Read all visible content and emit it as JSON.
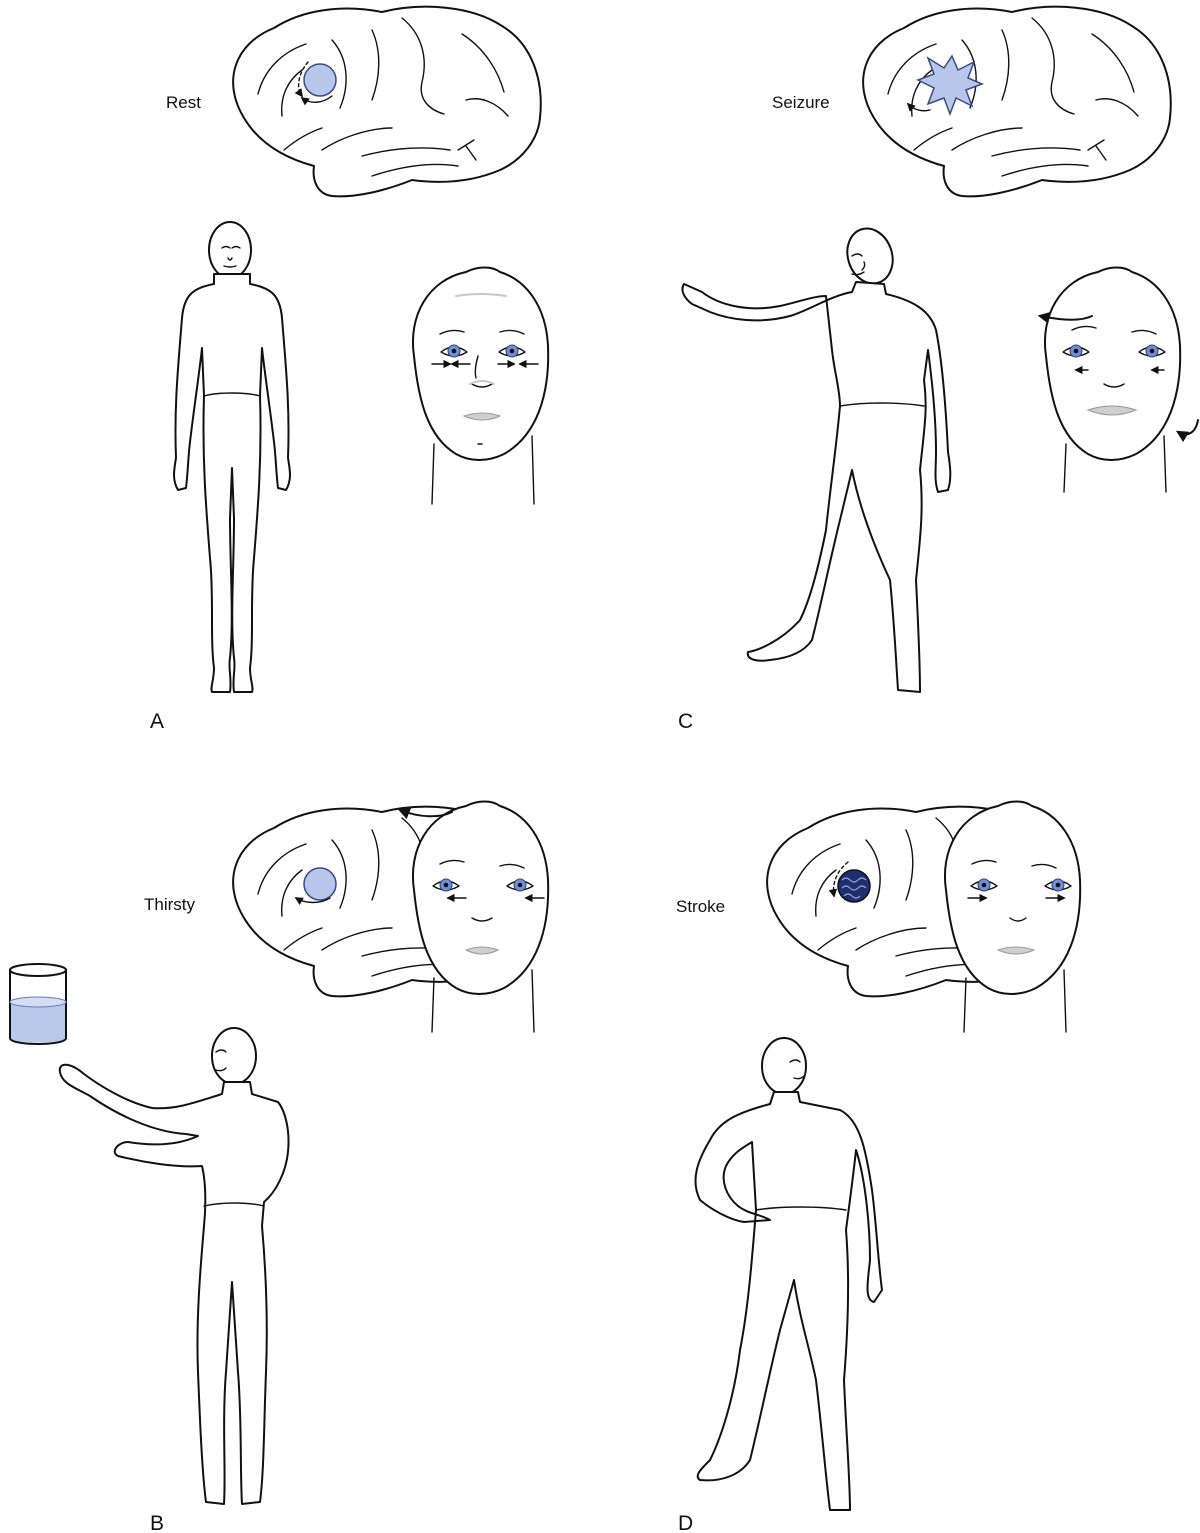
{
  "panels": [
    {
      "letter": "A",
      "brain_label": "Rest"
    },
    {
      "letter": "C",
      "brain_label": "Seizure"
    },
    {
      "letter": "B",
      "brain_label": "Thirsty"
    },
    {
      "letter": "D",
      "brain_label": "Stroke"
    }
  ],
  "colors": {
    "region_fill": "#b9c6ec",
    "region_stroke": "#3a4a80",
    "stroke_region_fill": "#1f2f6e",
    "water": "#b9c9ec"
  }
}
